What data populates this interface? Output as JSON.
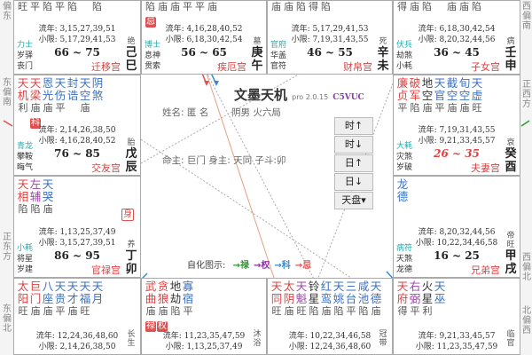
{
  "directions": {
    "left": [
      "偏东",
      "东偏南",
      "正东方",
      "东偏北"
    ],
    "right": [
      "西偏南",
      "正西方",
      "西偏北",
      "北偏西"
    ]
  },
  "center": {
    "title": "文墨天机",
    "version": "pro 2.0.15",
    "code": "C5VUC",
    "name": "姓名: 匿 名",
    "gender_bureau": "阴男 火六局",
    "lords": "命主: 巨门 身主: 天同 子斗:卯",
    "legend_label": "自化图示:",
    "legend": [
      {
        "t": "→禄",
        "c": "#2a9a2a"
      },
      {
        "t": "→权",
        "c": "#8a2aa0"
      },
      {
        "t": "→科",
        "c": "#3a8ad0"
      },
      {
        "t": "→忌",
        "c": "#e05050"
      }
    ],
    "buttons": [
      "时↑",
      "时↓",
      "日↑",
      "日↓",
      "天盘▾"
    ]
  },
  "cells": [
    {
      "bright_top": "旺平陷平陷　陷",
      "stars": [],
      "liunian": "流年: 3,15,27,39,51",
      "xiaoxian": "小限: 5,17,29,41,53",
      "range": "66 ~ 75",
      "gods": [
        "力士",
        "岁驿",
        "丧门"
      ],
      "palace": "迁移宫",
      "phase": "绝",
      "stem": "己",
      "branch": "巳"
    },
    {
      "bright_top": "陷庙庙平平庙",
      "badges": [
        {
          "t": "忌",
          "o": false
        }
      ],
      "stars": [],
      "liunian": "流年: 4,16,28,40,52",
      "xiaoxian": "小限: 6,18,30,42,54",
      "range": "56 ~ 65",
      "gods": [
        "博士",
        "息神",
        "贯索"
      ],
      "palace": "疾厄宫",
      "phase": "墓",
      "stem": "庚",
      "branch": "午"
    },
    {
      "bright_top": "庙庙陷得陷",
      "stars": [],
      "liunian": "流年: 5,17,29,41,53",
      "xiaoxian": "小限: 7,19,31,43,55",
      "range": "46 ~ 55",
      "gods": [
        "官府",
        "华盖",
        "官符"
      ],
      "palace": "财帛宫",
      "phase": "死",
      "stem": "辛",
      "branch": "未"
    },
    {
      "bright_top": "得庙陷　庙庙陷",
      "stars": [],
      "liunian": "流年: 6,18,30,42,54",
      "xiaoxian": "小限: 8,20,32,44,56",
      "range": "36 ~ 45",
      "gods": [
        "伏兵",
        "劫煞",
        "小耗"
      ],
      "palace": "子女宫",
      "phase": "病",
      "stem": "壬",
      "branch": "申"
    },
    {
      "stars": [
        {
          "n": "天机",
          "c": "#e04040",
          "b": "利"
        },
        {
          "n": "天梁",
          "c": "#e04040",
          "b": "庙"
        },
        {
          "n": "恩光",
          "c": "#3a70c0",
          "b": "庙"
        },
        {
          "n": "天伤",
          "c": "#3a70c0",
          "b": "平"
        },
        {
          "n": "封诰",
          "c": "#3a70c0",
          "b": ""
        },
        {
          "n": "天空",
          "c": "#3a70c0",
          "b": "庙"
        },
        {
          "n": "阴煞",
          "c": "#3a70c0",
          "b": ""
        }
      ],
      "badges": [
        {
          "t": "科",
          "o": false
        }
      ],
      "liunian": "流年: 2,14,26,38,50",
      "xiaoxian": "小限: 4,16,28,40,52",
      "range": "76 ~ 85",
      "gods": [
        "青龙",
        "攀鞍",
        "晦气"
      ],
      "palace": "交友宫",
      "phase": "胎",
      "stem": "戊",
      "branch": "辰"
    },
    {
      "stars": [
        {
          "n": "廉贞",
          "c": "#e04040",
          "b": "平"
        },
        {
          "n": "破军",
          "c": "#e04040",
          "b": "陷"
        },
        {
          "n": "地空",
          "c": "#333",
          "b": "庙"
        },
        {
          "n": "天官",
          "c": "#3a70c0",
          "b": "平"
        },
        {
          "n": "截空",
          "c": "#3a70c0",
          "b": "庙"
        },
        {
          "n": "旬空",
          "c": "#3a70c0",
          "b": "庙"
        },
        {
          "n": "天虚",
          "c": "#3a70c0",
          "b": "旺"
        }
      ],
      "liunian": "流年: 7,19,31,43,55",
      "xiaoxian": "小限: 9,21,33,45,57",
      "range": "26 ~ 35",
      "range_red": true,
      "gods": [
        "大耗",
        "灾煞",
        "岁破"
      ],
      "palace": "夫妻宫",
      "phase": "衰",
      "stem": "癸",
      "branch": "酉"
    },
    {
      "stars": [
        {
          "n": "天相",
          "c": "#e04040",
          "b": "陷"
        },
        {
          "n": "左辅",
          "c": "#a040b0",
          "b": "陷"
        },
        {
          "n": "天哭",
          "c": "#3a70c0",
          "b": "庙"
        }
      ],
      "body_badge": "身",
      "liunian": "流年: 1,13,25,37,49",
      "xiaoxian": "小限: 3,15,27,39,51",
      "range": "86 ~ 95",
      "gods": [
        "小耗",
        "将星",
        "岁建"
      ],
      "palace": "官禄宫",
      "phase": "养",
      "stem": "丁",
      "branch": "卯"
    },
    {
      "stars": [
        {
          "n": "龙德",
          "c": "#3a70c0",
          "b": ""
        }
      ],
      "liunian": "流年: 8,20,32,44,56",
      "xiaoxian": "小限: 10,22,34,46,58",
      "range": "16 ~ 25",
      "gods": [
        "病符",
        "天煞",
        "龙德"
      ],
      "palace": "兄弟宫",
      "phase": "帝旺",
      "stem": "甲",
      "branch": "戌"
    },
    {
      "stars": [
        {
          "n": "太阳",
          "c": "#e04040",
          "b": "旺"
        },
        {
          "n": "巨门",
          "c": "#e04040",
          "b": "庙"
        },
        {
          "n": "八座",
          "c": "#3a70c0",
          "b": "庙"
        },
        {
          "n": "天贵",
          "c": "#3a70c0",
          "b": "平"
        },
        {
          "n": "天才",
          "c": "#3a70c0",
          "b": "庙"
        },
        {
          "n": "天福",
          "c": "#3a70c0",
          "b": "旺"
        },
        {
          "n": "天月",
          "c": "#3a70c0",
          "b": ""
        }
      ],
      "liunian": "流年: 12,24,36,48,60",
      "xiaoxian": "小限: 2,14,26,38,50",
      "phase": "长生"
    },
    {
      "stars": [
        {
          "n": "武曲",
          "c": "#e04040",
          "b": "庙"
        },
        {
          "n": "贪狼",
          "c": "#e04040",
          "b": "庙"
        },
        {
          "n": "地劫",
          "c": "#333",
          "b": "陷"
        },
        {
          "n": "寡宿",
          "c": "#3a70c0",
          "b": "平"
        }
      ],
      "badges": [
        {
          "t": "禄",
          "o": false
        },
        {
          "t": "权",
          "o": false
        }
      ],
      "liunian": "流年: 11,23,35,47,59",
      "xiaoxian": "小限: 1,13,25,37,49",
      "phase": "沐浴"
    },
    {
      "stars": [
        {
          "n": "天同",
          "c": "#e04040",
          "b": "旺"
        },
        {
          "n": "太阴",
          "c": "#e04040",
          "b": "庙"
        },
        {
          "n": "天魁",
          "c": "#a040b0",
          "b": "旺"
        },
        {
          "n": "铃星",
          "c": "#333",
          "b": "陷"
        },
        {
          "n": "红鸾",
          "c": "#3a70c0",
          "b": "庙"
        },
        {
          "n": "天姚",
          "c": "#3a70c0",
          "b": "陷"
        },
        {
          "n": "三台",
          "c": "#3a70c0",
          "b": "平"
        },
        {
          "n": "咸池",
          "c": "#3a70c0",
          "b": "陷"
        },
        {
          "n": "天德",
          "c": "#3a70c0",
          "b": "庙"
        }
      ],
      "liunian": "流年: 10,22,34,46,58",
      "xiaoxian": "小限: 12,24,36,48,60",
      "phase": "冠带"
    },
    {
      "stars": [
        {
          "n": "天府",
          "c": "#e04040",
          "b": "得"
        },
        {
          "n": "右弼",
          "c": "#a040b0",
          "b": "平"
        },
        {
          "n": "火星",
          "c": "#333",
          "b": "利"
        },
        {
          "n": "天巫",
          "c": "#3a70c0",
          "b": ""
        }
      ],
      "liunian": "流年: 9,21,33,45,57",
      "xiaoxian": "小限: 11,23,35,47,59",
      "phase": "临官"
    }
  ]
}
